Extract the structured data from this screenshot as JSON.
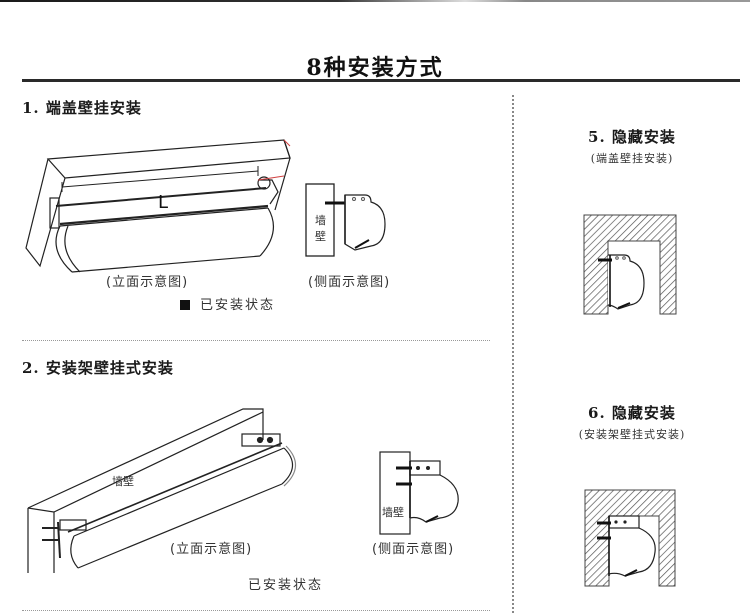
{
  "page": {
    "title": "8种安装方式"
  },
  "sections": {
    "s1": {
      "title": "1. 端盖壁挂安装",
      "front_caption": "(立面示意图)",
      "side_caption": "(侧面示意图)",
      "status": "已安装状态",
      "dimension_label": "L",
      "wall_label_line1": "墙",
      "wall_label_line2": "壁"
    },
    "s2": {
      "title": "2. 安装架壁挂式安装",
      "front_caption": "(立面示意图)",
      "side_caption": "(侧面示意图)",
      "status": "已安装状态",
      "wall_label": "墙壁",
      "side_wall_label": "墙壁"
    },
    "s5": {
      "title": "5. 隐藏安装",
      "subtitle": "(端盖壁挂安装)"
    },
    "s6": {
      "title": "6. 隐藏安装",
      "subtitle": "(安装架壁挂式安装)"
    }
  },
  "colors": {
    "line": "#222222",
    "hatch": "#555555",
    "accent_red": "#d04040"
  }
}
